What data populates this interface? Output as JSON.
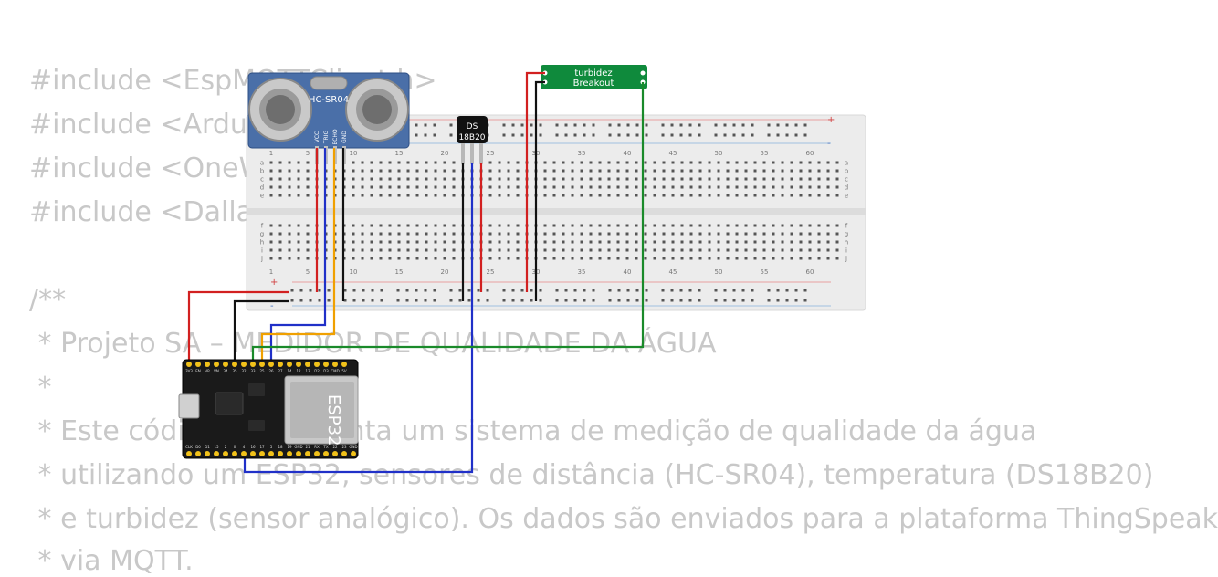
{
  "code": {
    "lines": [
      "#include <EspMQTTClient.h>",
      "#include <Arduino.h>",
      "#include <OneWire.h>",
      "#include <DallasTemperature.h>",
      "",
      "/**",
      " * Projeto SA – MEDIDOR DE QUALIDADE DA ÁGUA",
      " *",
      " * Este código implementa um sistema de medição de qualidade da água",
      " * utilizando um ESP32, sensores de distância (HC-SR04), temperatura (DS18B20)",
      " * e turbidez (sensor analógico). Os dados são enviados para a plataforma ThingSpeak",
      " * via MQTT."
    ]
  },
  "breadboard": {
    "column_numbers": [
      "1",
      "5",
      "10",
      "15",
      "20",
      "25",
      "30",
      "35",
      "40",
      "45",
      "50",
      "55",
      "60"
    ],
    "row_letters_top": [
      "a",
      "b",
      "c",
      "d",
      "e"
    ],
    "row_letters_bottom": [
      "f",
      "g",
      "h",
      "i",
      "j"
    ],
    "rail_plus": "+",
    "rail_minus": "-"
  },
  "components": {
    "ultrasonic": {
      "label": "HC-SR04",
      "pins": [
        "VCC",
        "TRIG",
        "ECHO",
        "GND"
      ]
    },
    "temp_sensor": {
      "line1": "DS",
      "line2": "18B20"
    },
    "turbidity": {
      "line1": "turbidez",
      "line2": "Breakout"
    },
    "mcu": {
      "label": "ESP32",
      "top_pins": [
        "3V3",
        "EN",
        "VP",
        "VN",
        "34",
        "35",
        "32",
        "33",
        "25",
        "26",
        "27",
        "14",
        "12",
        "13",
        "D2",
        "D3",
        "CMD",
        "5V"
      ],
      "bottom_pins": [
        "CLK",
        "D0",
        "D1",
        "15",
        "2",
        "0",
        "4",
        "16",
        "17",
        "5",
        "18",
        "19",
        "GND",
        "21",
        "RX",
        "TX",
        "22",
        "23",
        "GND"
      ]
    }
  },
  "colors": {
    "wire_red": "#d22020",
    "wire_black": "#111111",
    "wire_blue": "#2030c8",
    "wire_orange": "#f0a000",
    "wire_green": "#1a8a2a",
    "breadboard": "#eeeeee",
    "sensor_blue": "#4a6fa8",
    "turbidity_green": "#0f8a3c",
    "mcu_black": "#1a1a1a"
  }
}
